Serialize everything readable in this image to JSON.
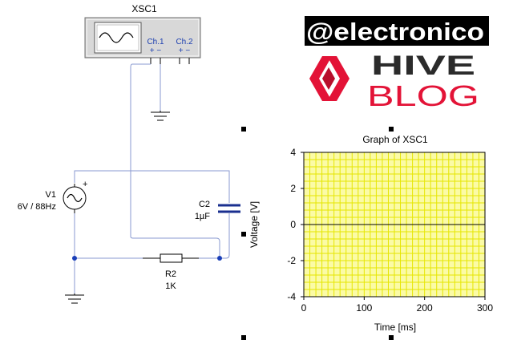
{
  "oscilloscope": {
    "name": "XSC1",
    "ch1_label": "Ch.1",
    "ch2_label": "Ch.2",
    "ch1_pins": "+ −",
    "ch2_pins": "+ −"
  },
  "components": {
    "source": {
      "name": "V1",
      "value": "6V / 88Hz",
      "polarity": "+"
    },
    "capacitor": {
      "name": "C2",
      "value": "1µF"
    },
    "resistor": {
      "name": "R2",
      "value": "1K"
    }
  },
  "logo": {
    "handle": "@electronico",
    "line2": "HIVE",
    "line3": "BLOG",
    "colors": {
      "handle_bg": "#000000",
      "handle_text": "#ffffff",
      "brand_red": "#e31337"
    }
  },
  "colors": {
    "wire": "#8a9ad0",
    "junction": "#1a3fb8",
    "grid_bg": "#fbfba6",
    "grid_line": "#e6e600",
    "cap_plate": "#1a2f8f"
  },
  "chart_data": {
    "type": "line",
    "title": "Graph of XSC1",
    "xlabel": "Time [ms]",
    "ylabel": "Voltage [V]",
    "xlim": [
      0,
      300
    ],
    "ylim": [
      -4,
      4
    ],
    "x_ticks": [
      "0",
      "100",
      "200",
      "300"
    ],
    "y_ticks": [
      "4",
      "2",
      "0",
      "-2",
      "-4"
    ],
    "grid": true,
    "series": [
      {
        "x": [
          0,
          300
        ],
        "values": [
          0,
          0
        ]
      }
    ]
  }
}
